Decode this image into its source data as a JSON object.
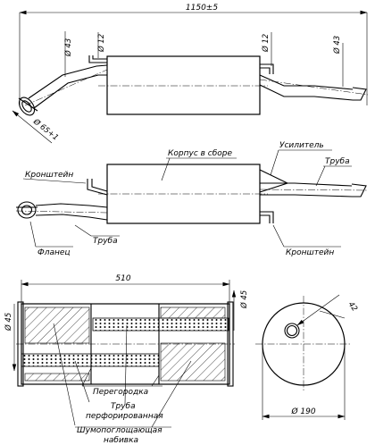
{
  "dimensions": {
    "overall_length": "1150±5",
    "inlet_pipe_diameter": "Ø 43",
    "bracket_rod_left": "Ø 12",
    "bracket_rod_right": "Ø 12",
    "outlet_pipe_diameter": "Ø 43",
    "flange_diameter": "Ø 65+1",
    "body_length": "510",
    "body_height": "Ø 45",
    "pipe_diameter_left": "Ø 45",
    "end_offset": "42",
    "end_diameter": "Ø 190"
  },
  "labels": {
    "housing": "Корпус в сборе",
    "reinforcement": "Усилитель",
    "pipe_right": "Труба",
    "bracket_left": "Кронштейн",
    "pipe_lower": "Труба",
    "flange": "Фланец",
    "bracket_right": "Кронштейн",
    "partition": "Перегородка",
    "perforated_line1": "Труба",
    "perforated_line2": "перфорированная",
    "absorbing_line1": "Шумопоглощающая",
    "absorbing_line2": "набивка"
  }
}
